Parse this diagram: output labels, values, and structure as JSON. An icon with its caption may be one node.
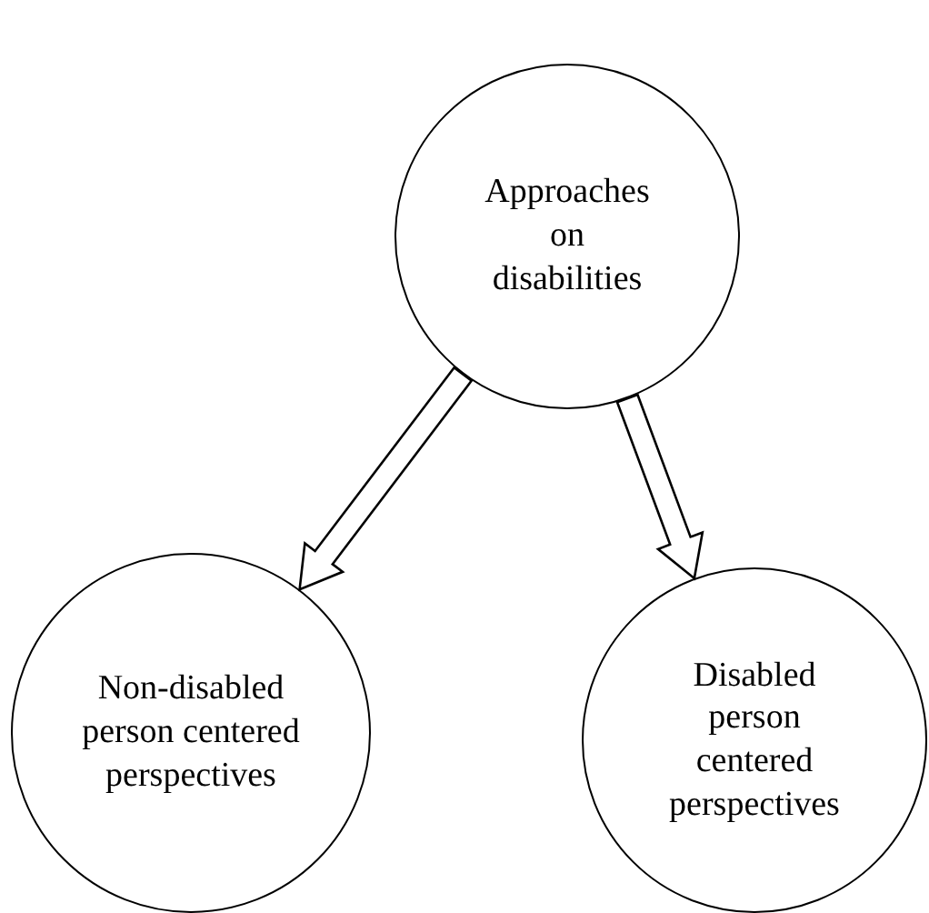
{
  "diagram": {
    "nodes": [
      {
        "text": [
          "Approaches on disabilities"
        ]
      },
      {
        "text": [
          "Non-disabled person centered perspectives"
        ]
      },
      {
        "text": [
          "Disabled person centered perspectives"
        ]
      }
    ],
    "edges": [
      {
        "from": 0,
        "to": 1,
        "arrow": "to"
      },
      {
        "from": 0,
        "to": 2,
        "arrow": "to"
      }
    ]
  }
}
